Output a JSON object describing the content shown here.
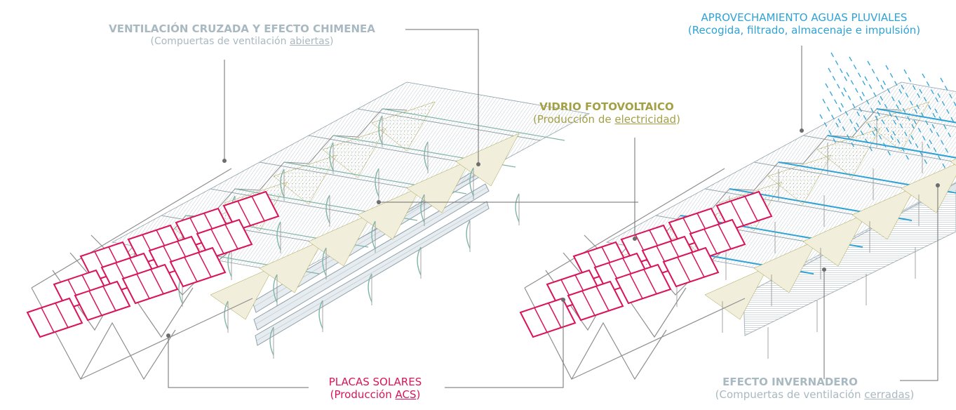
{
  "colors": {
    "ventilation": "#a9b9c1",
    "water": "#2fa3d6",
    "photovoltaic": "#a4a045",
    "solar": "#d9145a",
    "greenhouse": "#a9b9c1",
    "structure": "#8f8f8f",
    "leader": "#6d6d6d",
    "roof_left_edge": "#7fb5a9",
    "glass_fill": "#d7e2e7",
    "pv_fill": "#f1efdc"
  },
  "labels": {
    "ventilation": {
      "title": "VENTILACIÓN CRUZADA Y EFECTO CHIMENEA",
      "subtitle_pre": "(Compuertas de ventilación ",
      "subtitle_u": "abiertas",
      "subtitle_post": ")"
    },
    "photovoltaic": {
      "title": "VIDRIO FOTOVOLTAICO",
      "subtitle_pre": "(Producción de ",
      "subtitle_u": "electricidad",
      "subtitle_post": ")"
    },
    "water": {
      "title": "APROVECHAMIENTO AGUAS PLUVIALES",
      "subtitle": "(Recogida, filtrado, almacenaje e impulsión)"
    },
    "solar": {
      "title": "PLACAS SOLARES",
      "subtitle_pre": "(Producción ",
      "subtitle_u": "ACS",
      "subtitle_post": ")"
    },
    "greenhouse": {
      "title": "EFECTO INVERNADERO",
      "subtitle_pre": "(Compuertas de ventilación ",
      "subtitle_u": "cerradas",
      "subtitle_post": ")"
    }
  },
  "states": {
    "left": "Compuertas de ventilación abiertas",
    "right": "Compuertas de ventilación cerradas"
  }
}
